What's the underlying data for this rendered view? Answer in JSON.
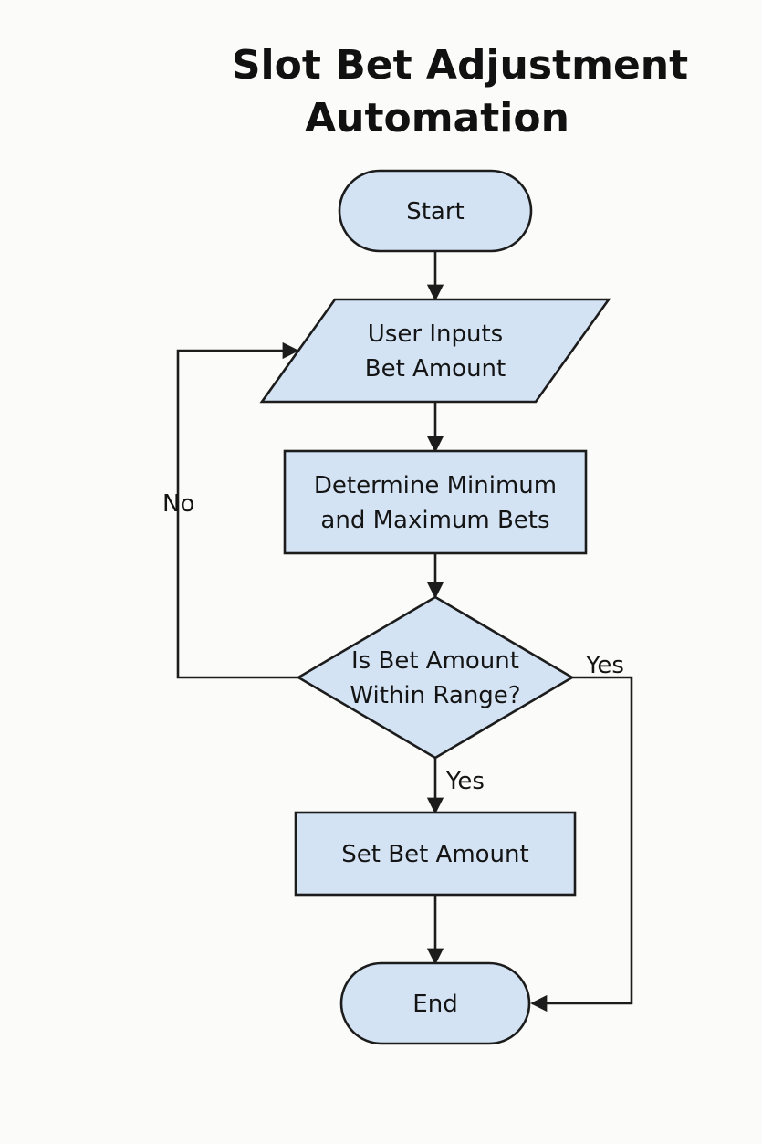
{
  "title": {
    "line1": "Slot Bet Adjustment",
    "line2": "Automation"
  },
  "colors": {
    "background": "#fbfbfa",
    "node_fill": "#d3e3f4",
    "stroke": "#1c1c1c",
    "text": "#141414"
  },
  "nodes": {
    "start": {
      "shape": "terminator",
      "lines": [
        "Start"
      ]
    },
    "input": {
      "shape": "parallelogram",
      "lines": [
        "User Inputs",
        "Bet Amount"
      ]
    },
    "determine": {
      "shape": "process",
      "lines": [
        "Determine Minimum",
        "and Maximum Bets"
      ]
    },
    "decision": {
      "shape": "decision",
      "lines": [
        "Is Bet Amount",
        "Within Range?"
      ]
    },
    "set": {
      "shape": "process",
      "lines": [
        "Set Bet Amount"
      ]
    },
    "end": {
      "shape": "terminator",
      "lines": [
        "End"
      ]
    }
  },
  "edges": [
    {
      "from": "start",
      "to": "input",
      "label": ""
    },
    {
      "from": "input",
      "to": "determine",
      "label": ""
    },
    {
      "from": "determine",
      "to": "decision",
      "label": ""
    },
    {
      "from": "decision",
      "to": "set",
      "label": "Yes"
    },
    {
      "from": "decision",
      "to": "input",
      "label": "No"
    },
    {
      "from": "decision",
      "to": "end",
      "label": "Yes"
    },
    {
      "from": "set",
      "to": "end",
      "label": ""
    }
  ]
}
